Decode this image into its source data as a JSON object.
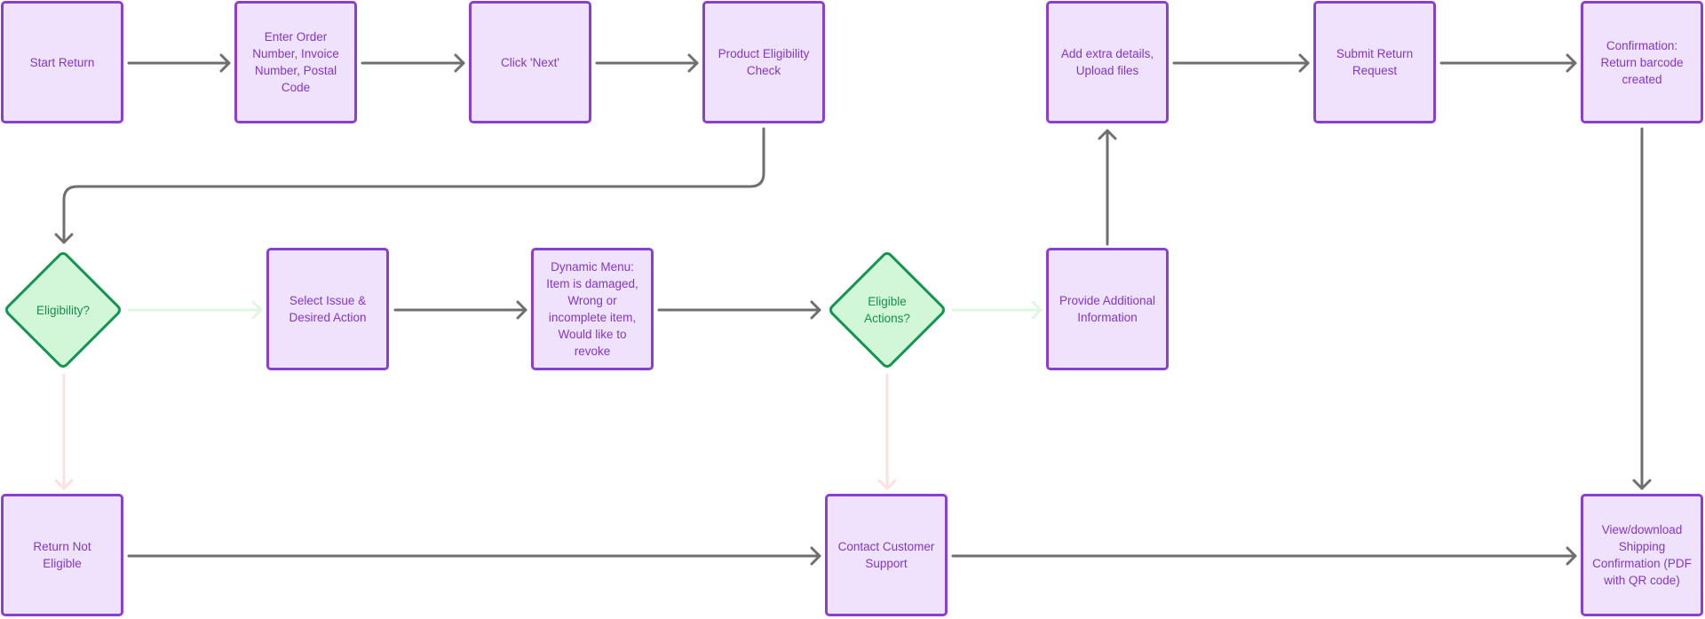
{
  "colors": {
    "node_fill": "#eee2fd",
    "node_border": "#8a3fd1",
    "node_text": "#8337c8",
    "decision_fill": "#d2f6d8",
    "decision_border": "#12964f",
    "decision_text": "#13914c",
    "arrow_default": "#6f6f6f",
    "arrow_yes": "#dff7e2",
    "arrow_no": "#ffe0e0"
  },
  "nodes": {
    "start_return": "Start Return",
    "enter_order": "Enter Order\nNumber, Invoice\nNumber, Postal\nCode",
    "click_next": "Click 'Next'",
    "product_check": "Product Eligibility\nCheck",
    "add_details": "Add extra details,\nUpload files",
    "submit_request": "Submit Return\nRequest",
    "confirmation": "Confirmation:\nReturn barcode\ncreated",
    "eligibility": "Eligibility?",
    "select_issue": "Select Issue &\nDesired Action",
    "dynamic_menu": "Dynamic Menu:\nItem is damaged,\nWrong or\nincomplete item,\nWould like to\nrevoke",
    "eligible_actions": "Eligible\nActions?",
    "provide_info": "Provide Additional\nInformation",
    "not_eligible": "Return Not Eligible",
    "contact_support": "Contact Customer\nSupport",
    "view_download": "View/download\nShipping\nConfirmation (PDF\nwith QR code)"
  },
  "edges": [
    {
      "from": "start_return",
      "to": "enter_order",
      "kind": "default"
    },
    {
      "from": "enter_order",
      "to": "click_next",
      "kind": "default"
    },
    {
      "from": "click_next",
      "to": "product_check",
      "kind": "default"
    },
    {
      "from": "product_check",
      "to": "eligibility",
      "kind": "default"
    },
    {
      "from": "eligibility",
      "to": "select_issue",
      "kind": "yes"
    },
    {
      "from": "eligibility",
      "to": "not_eligible",
      "kind": "no"
    },
    {
      "from": "select_issue",
      "to": "dynamic_menu",
      "kind": "default"
    },
    {
      "from": "dynamic_menu",
      "to": "eligible_actions",
      "kind": "default"
    },
    {
      "from": "eligible_actions",
      "to": "provide_info",
      "kind": "yes"
    },
    {
      "from": "eligible_actions",
      "to": "contact_support",
      "kind": "no"
    },
    {
      "from": "provide_info",
      "to": "add_details",
      "kind": "default"
    },
    {
      "from": "add_details",
      "to": "submit_request",
      "kind": "default"
    },
    {
      "from": "submit_request",
      "to": "confirmation",
      "kind": "default"
    },
    {
      "from": "confirmation",
      "to": "view_download",
      "kind": "default"
    },
    {
      "from": "not_eligible",
      "to": "contact_support",
      "kind": "default"
    },
    {
      "from": "contact_support",
      "to": "view_download",
      "kind": "default"
    }
  ]
}
